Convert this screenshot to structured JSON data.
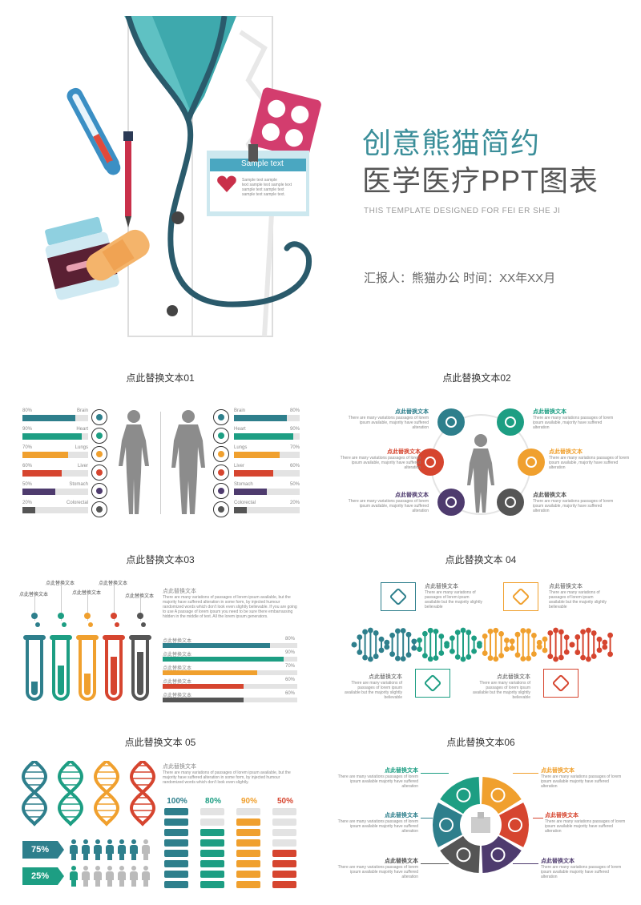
{
  "hero": {
    "title_line1": "创意熊猫简约",
    "title_line2": "医学医疗PPT图表",
    "subtitle": "THIS TEMPLATE DESIGNED FOR FEI ER SHE JI",
    "reporter": "汇报人：熊猫办公    时间：XX年XX月",
    "card_label": "Sample text",
    "card_lines": [
      "Sample text sample",
      "text sample text sample text",
      "sample text sample text",
      "sample text sample text."
    ]
  },
  "colors": {
    "teal": "#2e7f8c",
    "green": "#1d9e83",
    "orange": "#f0a02e",
    "red": "#d6452f",
    "purple": "#4e3b6e",
    "gray": "#555555",
    "track": "#e3e3e3"
  },
  "p1": {
    "title": "点此替换文本01",
    "rows": [
      {
        "organ": "Brain",
        "pct": "80%",
        "value": 0.8,
        "color": "#2e7f8c",
        "icon": "brain-icon"
      },
      {
        "organ": "Heart",
        "pct": "90%",
        "value": 0.9,
        "color": "#1d9e83",
        "icon": "heart-icon"
      },
      {
        "organ": "Lungs",
        "pct": "70%",
        "value": 0.7,
        "color": "#f0a02e",
        "icon": "lungs-icon"
      },
      {
        "organ": "Liver",
        "pct": "60%",
        "value": 0.6,
        "color": "#d6452f",
        "icon": "liver-icon"
      },
      {
        "organ": "Stomach",
        "pct": "50%",
        "value": 0.5,
        "color": "#4e3b6e",
        "icon": "stomach-icon"
      },
      {
        "organ": "Colorectal",
        "pct": "20%",
        "value": 0.2,
        "color": "#555555",
        "icon": "colon-icon"
      }
    ]
  },
  "p2": {
    "title": "点此替换文本02",
    "items": [
      {
        "label": "点此替换文本",
        "text": "There are many variations passages of lorem ipsum available, majority have suffered alteration",
        "color": "#2e7f8c",
        "icon": "brain-icon"
      },
      {
        "label": "点此替换文本",
        "text": "There are many variations passages of lorem ipsum available, majority have suffered alteration",
        "color": "#1d9e83",
        "icon": "heart-icon"
      },
      {
        "label": "点此替换文本",
        "text": "There are many variations passages of lorem ipsum available, majority have suffered alteration",
        "color": "#d6452f",
        "icon": "liver-icon"
      },
      {
        "label": "点此替换文本",
        "text": "There are many variations passages of lorem ipsum available, majority have suffered alteration",
        "color": "#f0a02e",
        "icon": "lungs-icon"
      },
      {
        "label": "点此替换文本",
        "text": "There are many variations passages of lorem ipsum available, majority have suffered alteration",
        "color": "#4e3b6e",
        "icon": "stomach-icon"
      },
      {
        "label": "点此替换文本",
        "text": "There are many variations passages of lorem ipsum available, majority have suffered alteration",
        "color": "#555555",
        "icon": "colon-icon"
      }
    ]
  },
  "p3": {
    "title": "点此替换文本03",
    "tube_labels": [
      "点此替换文本",
      "点此替换文本",
      "点此替换文本",
      "点此替换文本",
      "点此替换文本"
    ],
    "heading": "点此替换文本",
    "para": "There are many variations of passages of lorem ipsum available, but the majority have suffered alteration in some form, by injected humour randomized words which don't look even slightly believable. If you are going to use A passage of lorem ipsum you need to be sure there embarrassing hidden in the middle of text. All the lorem ipsum generators.",
    "bars": [
      {
        "label": "点此替换文本",
        "pct": "80%",
        "value": 0.8,
        "color": "#2e7f8c"
      },
      {
        "label": "点此替换文本",
        "pct": "90%",
        "value": 0.9,
        "color": "#1d9e83"
      },
      {
        "label": "点此替换文本",
        "pct": "70%",
        "value": 0.7,
        "color": "#f0a02e"
      },
      {
        "label": "点此替换文本",
        "pct": "60%",
        "value": 0.6,
        "color": "#d6452f"
      },
      {
        "label": "点此替换文本",
        "pct": "60%",
        "value": 0.6,
        "color": "#555555"
      }
    ],
    "tube_fill": [
      0.25,
      0.55,
      0.4,
      0.7,
      0.8
    ],
    "tube_colors": [
      "#2e7f8c",
      "#1d9e83",
      "#f0a02e",
      "#d6452f",
      "#555555"
    ]
  },
  "p4": {
    "title": "点此替换文本 04",
    "items": [
      {
        "label": "点此替换文本",
        "text": "There are many variations of passages of lorem ipsum available but the majority slightly believable",
        "color": "#2e7f8c",
        "icon": "molecule-hex-icon"
      },
      {
        "label": "点此替换文本",
        "text": "There are many variations of passages of lorem ipsum available but the majority slightly believable",
        "color": "#f0a02e",
        "icon": "cube-icon"
      },
      {
        "label": "点此替换文本",
        "text": "There are many variations of passages of lorem ipsum available but the majority slightly believable",
        "color": "#1d9e83",
        "icon": "molecule-icon"
      },
      {
        "label": "点此替换文本",
        "text": "There are many variations of passages of lorem ipsum available but the majority slightly believable",
        "color": "#d6452f",
        "icon": "atom-link-icon"
      }
    ]
  },
  "p5": {
    "title": "点此替换文本 05",
    "heading": "点此替换文本",
    "para": "There are many variations of passages of lorem ipsum available, but the majority have suffered alteration in some form, by injected humour randomized words which don't look even slightly.",
    "columns": [
      {
        "pct": "100%",
        "value": 1.0,
        "color": "#2e7f8c"
      },
      {
        "pct": "80%",
        "value": 0.8,
        "color": "#1d9e83"
      },
      {
        "pct": "90%",
        "value": 0.9,
        "color": "#f0a02e"
      },
      {
        "pct": "50%",
        "value": 0.5,
        "color": "#d6452f"
      }
    ],
    "people": [
      {
        "pct": "75%",
        "value": 0.75,
        "color": "#2e7f8c"
      },
      {
        "pct": "25%",
        "value": 0.25,
        "color": "#1d9e83"
      }
    ]
  },
  "p6": {
    "title": "点此替换文本06",
    "items": [
      {
        "label": "点此替换文本",
        "text": "There are many variations passages of lorem ipsum available majority have suffered alteration",
        "color": "#1d9e83",
        "icon": "microscope-icon"
      },
      {
        "label": "点此替换文本",
        "text": "There are many variations passages of lorem ipsum available majority have suffered alteration",
        "color": "#f0a02e",
        "icon": "pills-icon"
      },
      {
        "label": "点此替换文本",
        "text": "There are many variations passages of lorem ipsum available majority have suffered alteration",
        "color": "#2e7f8c",
        "icon": "first-aid-icon"
      },
      {
        "label": "点此替换文本",
        "text": "There are many variations passages of lorem ipsum available majority have suffered alteration",
        "color": "#d6452f",
        "icon": "pie-icon"
      },
      {
        "label": "点此替换文本",
        "text": "There are many variations passages of lorem ipsum available majority have suffered alteration",
        "color": "#555555",
        "icon": "ambulance-icon"
      },
      {
        "label": "点此替换文本",
        "text": "There are many variations passages of lorem ipsum available majority have suffered alteration",
        "color": "#4e3b6e",
        "icon": "clipboard-icon"
      }
    ]
  }
}
